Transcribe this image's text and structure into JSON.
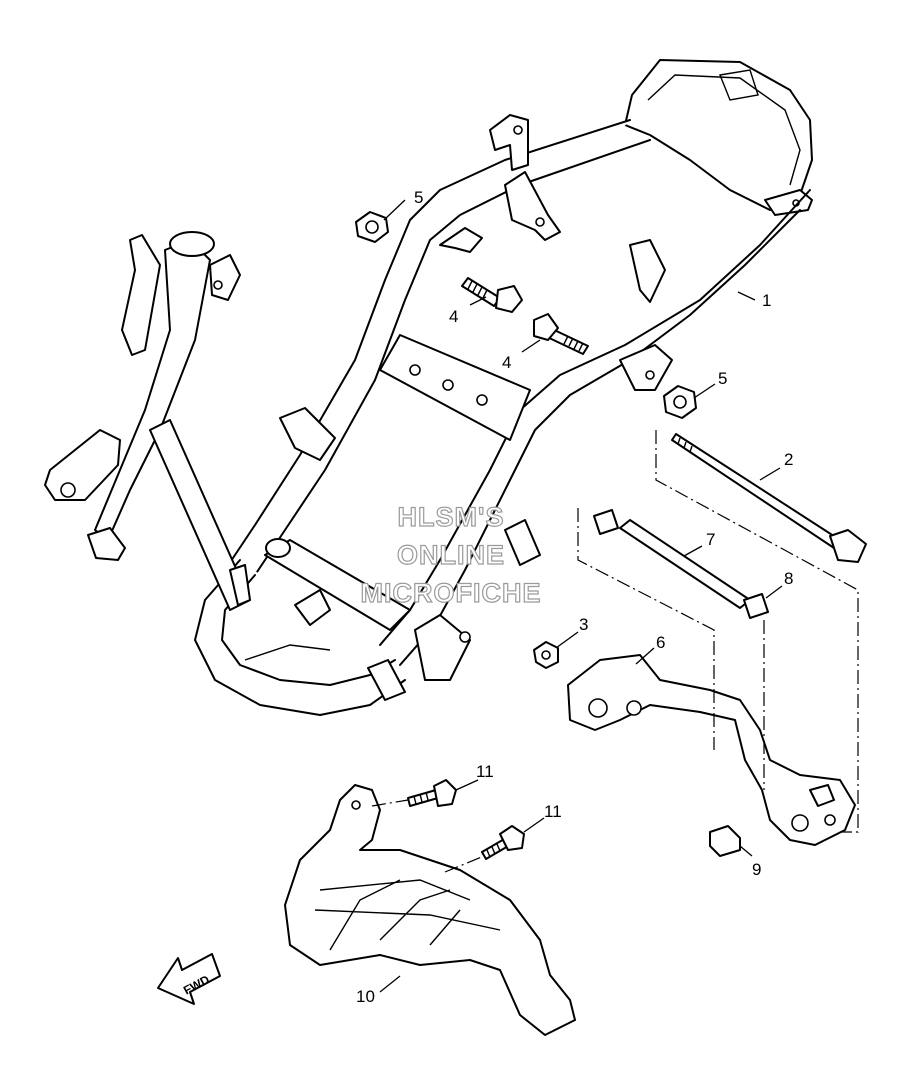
{
  "diagram": {
    "callouts": [
      {
        "id": "c1",
        "label": "1"
      },
      {
        "id": "c2",
        "label": "2"
      },
      {
        "id": "c3",
        "label": "3"
      },
      {
        "id": "c4a",
        "label": "4"
      },
      {
        "id": "c4b",
        "label": "4"
      },
      {
        "id": "c5a",
        "label": "5"
      },
      {
        "id": "c5b",
        "label": "5"
      },
      {
        "id": "c6",
        "label": "6"
      },
      {
        "id": "c7",
        "label": "7"
      },
      {
        "id": "c8",
        "label": "8"
      },
      {
        "id": "c9",
        "label": "9"
      },
      {
        "id": "c10",
        "label": "10"
      },
      {
        "id": "c11a",
        "label": "11"
      },
      {
        "id": "c11b",
        "label": "11"
      }
    ],
    "direction_arrow": "FWD"
  },
  "watermark": {
    "line1": "HLSM'S",
    "line2": "ONLINE",
    "line3": "MICROFICHE"
  },
  "colors": {
    "line": "#000000",
    "background": "#ffffff",
    "watermark_outline": "#9a9a9a"
  }
}
